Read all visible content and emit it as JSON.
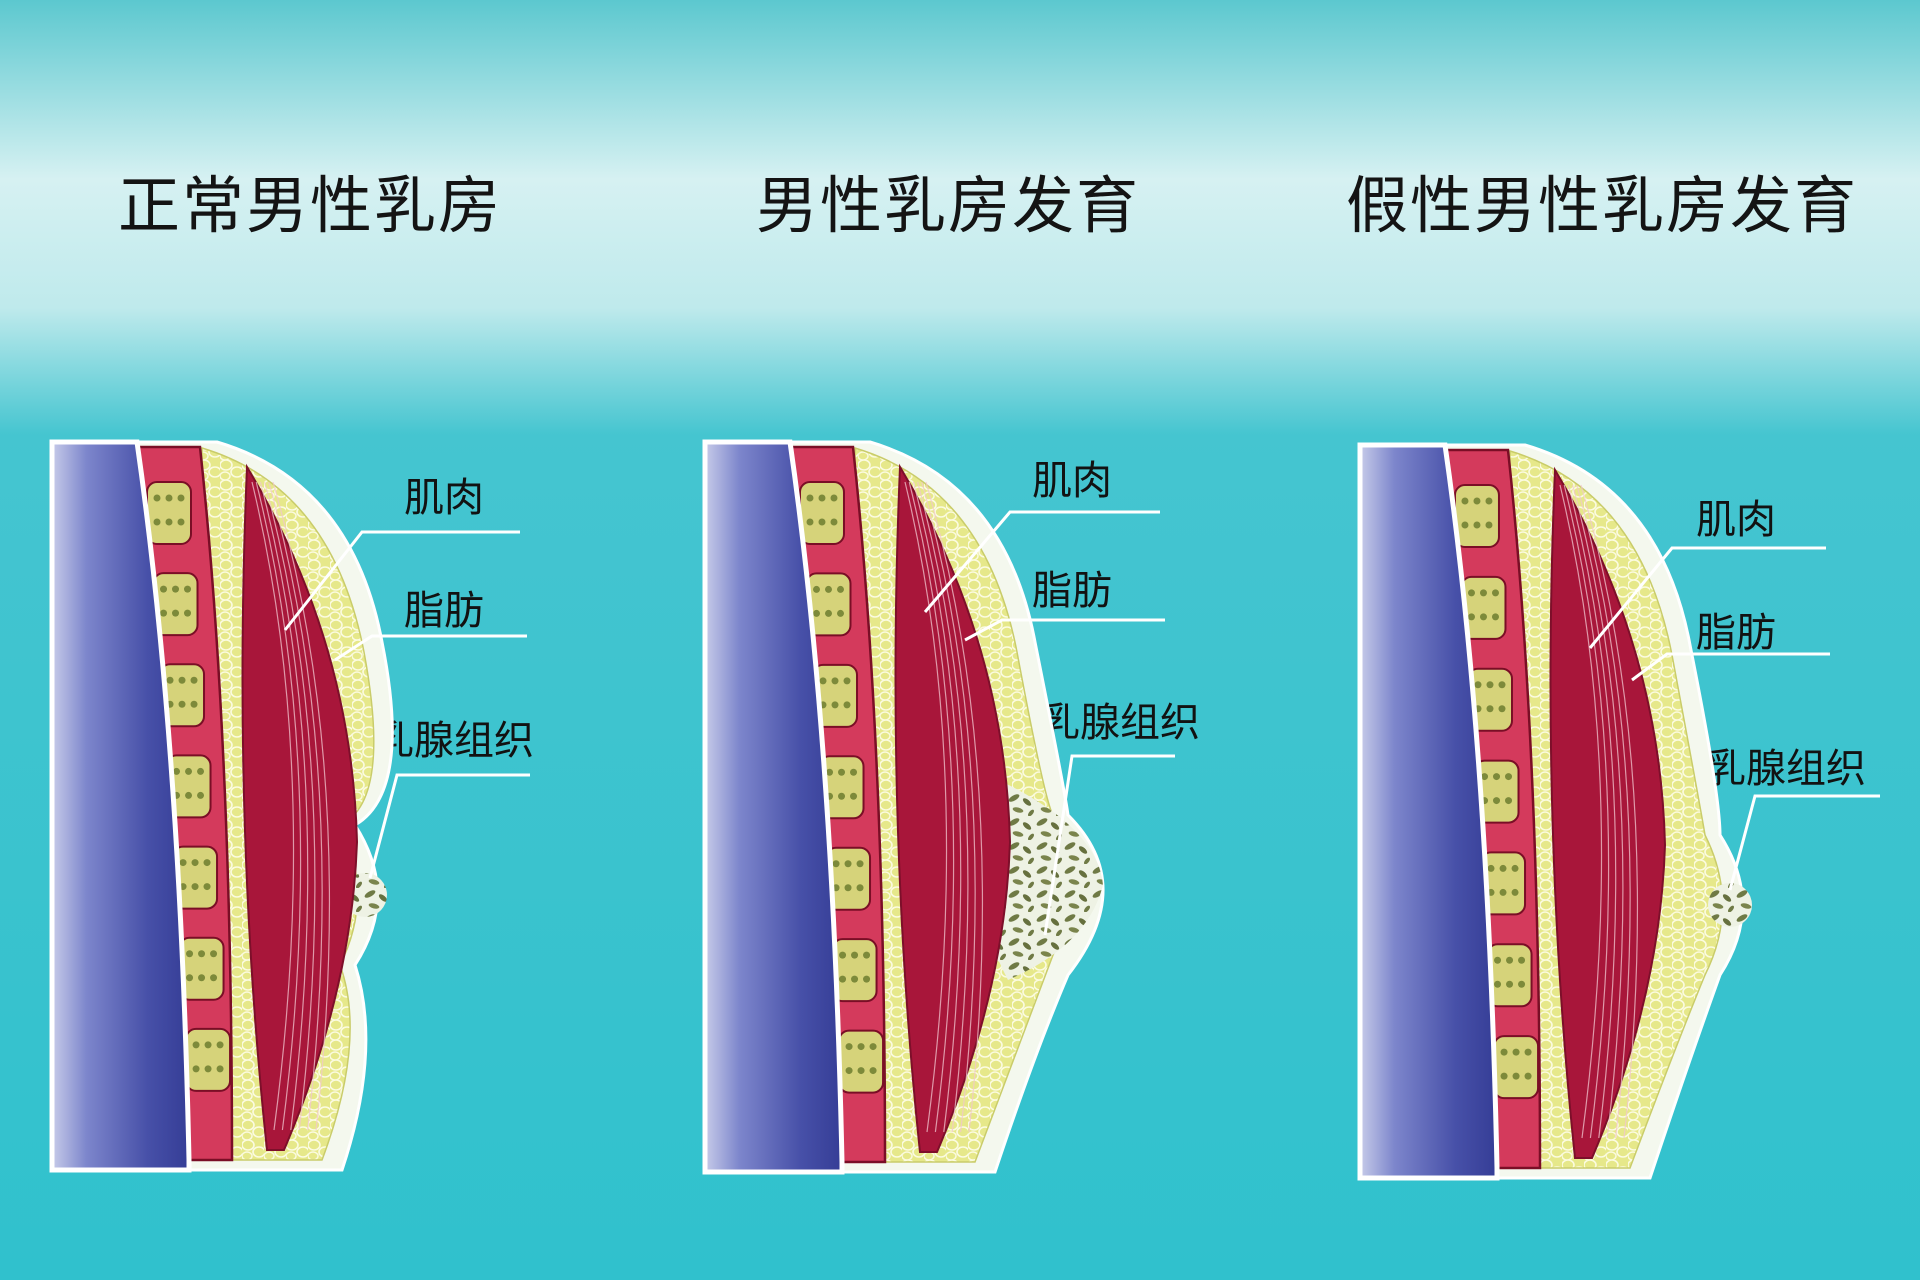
{
  "panels": [
    {
      "title": "正常男性乳房",
      "labels": {
        "muscle": "肌肉",
        "fat": "脂肪",
        "gland": "乳腺组织"
      },
      "gland_size": "small"
    },
    {
      "title": "男性乳房发育",
      "labels": {
        "muscle": "肌肉",
        "fat": "脂肪",
        "gland": "乳腺组织"
      },
      "gland_size": "large"
    },
    {
      "title": "假性男性乳房发育",
      "labels": {
        "muscle": "肌肉",
        "fat": "脂肪",
        "gland": "乳腺组织"
      },
      "gland_size": "small"
    }
  ],
  "colors": {
    "background_top": "#d8f2f3",
    "background_bottom": "#2fc2cf",
    "chest_wall": "#454ca8",
    "rib_bone": "#d6d37a",
    "intercostal_muscle": "#d43a5c",
    "pectoral_muscle": "#a8163a",
    "fat": "#e8ea8e",
    "gland": "#6f7a45",
    "skin": "#f4f8ee"
  }
}
